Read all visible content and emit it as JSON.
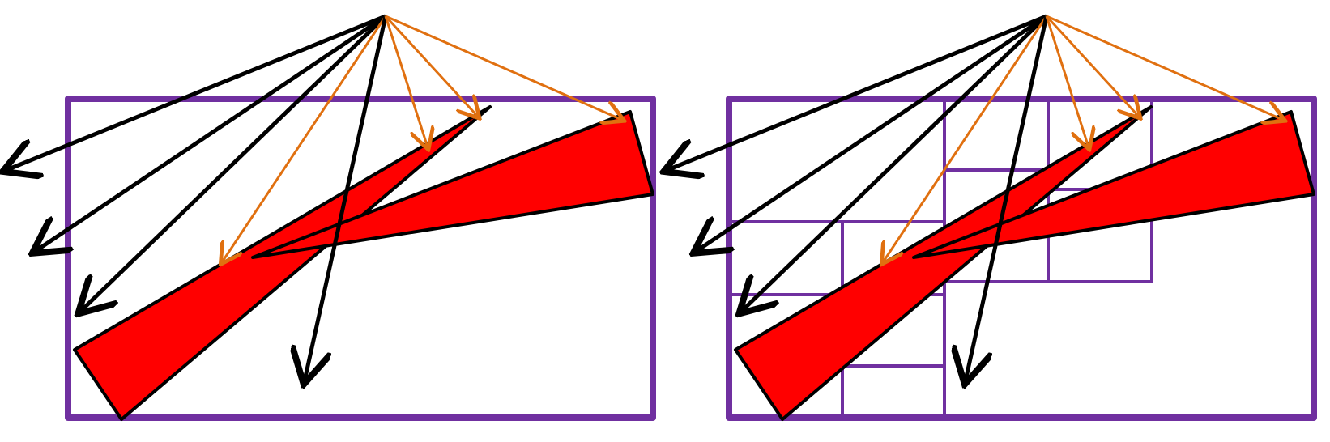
{
  "colors": {
    "frame": "#7030a0",
    "triangle_fill": "#ff0000",
    "triangle_stroke": "#000000",
    "ray_miss": "#000000",
    "ray_hit": "#e07010"
  },
  "panels": [
    {
      "id": "left",
      "label": "",
      "ray_origin": "single-point",
      "rays": [
        "miss",
        "miss",
        "miss",
        "hit",
        "miss",
        "hit",
        "hit",
        "hit"
      ],
      "triangles": 2,
      "subdivision_cells": 0
    },
    {
      "id": "right",
      "label": "",
      "ray_origin": "single-point",
      "rays": [
        "miss",
        "miss",
        "miss",
        "hit",
        "miss",
        "hit",
        "hit",
        "hit"
      ],
      "triangles": 2,
      "subdivision_cells": 9
    }
  ]
}
